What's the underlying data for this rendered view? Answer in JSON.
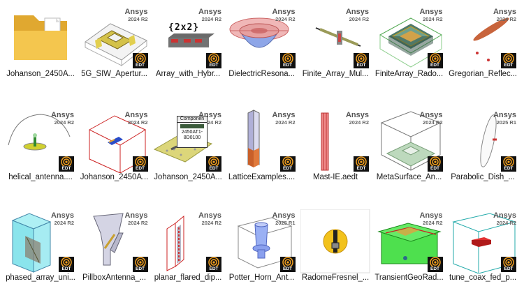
{
  "brand": {
    "name": "Ansys",
    "edt": "EDT"
  },
  "files": [
    {
      "name": "Johanson_2450A...",
      "type": "folder"
    },
    {
      "name": "5G_SIW_Apertur...",
      "version": "2024 R2",
      "thumb": "siw"
    },
    {
      "name": "Array_with_Hybr...",
      "version": "2024 R2",
      "thumb": "hybrid",
      "overlay": "{2x2}"
    },
    {
      "name": "DielectricResona...",
      "version": "2024 R2",
      "thumb": "resonator"
    },
    {
      "name": "Finite_Array_Mul...",
      "version": "2024 R2",
      "thumb": "finite"
    },
    {
      "name": "FiniteArray_Rado...",
      "version": "2024 R2",
      "thumb": "radome"
    },
    {
      "name": "Gregorian_Reflec...",
      "version": "2024 R2",
      "thumb": "gregorian"
    },
    {
      "name": "helical_antenna....",
      "version": "2024 R2",
      "thumb": "helical"
    },
    {
      "name": "Johanson_2450A...",
      "version": "2024 R2",
      "thumb": "johanson_box"
    },
    {
      "name": "Johanson_2450A...",
      "version": "2024 R2",
      "thumb": "johanson_board",
      "overlay_title": "Componen",
      "overlay_part": "2450AT1-",
      "overlay_part2": "8D0100"
    },
    {
      "name": "LatticeExamples....",
      "version": "2024 R2",
      "thumb": "lattice"
    },
    {
      "name": "Mast-IE.aedt",
      "version": "2024 R2",
      "thumb": "mast"
    },
    {
      "name": "MetaSurface_An...",
      "version": "2024 R2",
      "thumb": "metasurface"
    },
    {
      "name": "Parabolic_Dish_...",
      "version": "2025 R1",
      "thumb": "dish"
    },
    {
      "name": "phased_array_uni...",
      "version": "2024 R2",
      "thumb": "phased"
    },
    {
      "name": "PillboxAntenna_...",
      "version": "2024 R2",
      "thumb": "pillbox"
    },
    {
      "name": "planar_flared_dip...",
      "version": "2024 R2",
      "thumb": "flared"
    },
    {
      "name": "Potter_Horn_Ant...",
      "version": "2025 R1",
      "thumb": "potter"
    },
    {
      "name": "RadomeFresnel_...",
      "type": "zip"
    },
    {
      "name": "TransientGeoRad...",
      "version": "2024 R2",
      "thumb": "transient"
    },
    {
      "name": "tune_coax_fed_p...",
      "version": "2024 R2",
      "thumb": "coax"
    }
  ]
}
